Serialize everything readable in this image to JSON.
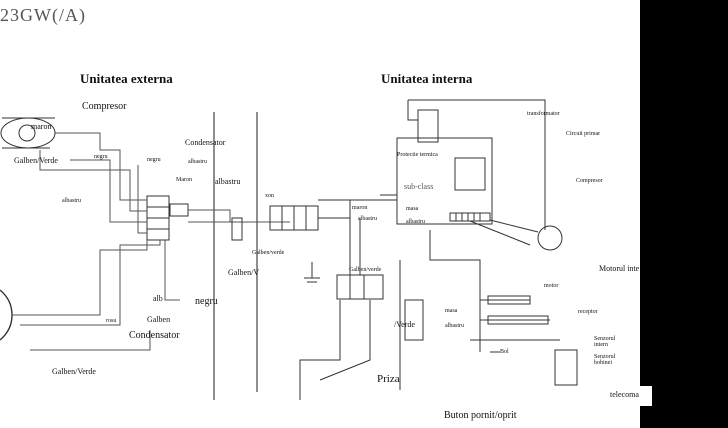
{
  "header": {
    "model": "23GW(/A)"
  },
  "sections": {
    "external": "Unitatea externa",
    "internal": "Unitatea interna"
  },
  "labels": {
    "compresor_ext": "Compresor",
    "maron1": "maron",
    "galben_verde1": "Galben/Verde",
    "negru1": "negru",
    "negru2": "negru",
    "albastru_small1": "albastru",
    "condensator1": "Condensator",
    "maron_small": "Maron",
    "albastru_big": "albastru",
    "albastru_left": "albastru",
    "xon": "xon",
    "galben_verde_mid": "Galben/verde",
    "galben_v": "Galben/V",
    "alb": "alb",
    "negru_big": "negru",
    "rosu": "rosu",
    "galben": "Galben",
    "condensator2": "Condensator",
    "galben_verde_bottom": "Galben/Verde",
    "protectie": "Protectie termica",
    "sub_class": "sub-class",
    "maron_int": "maron",
    "albastru_int": "albastru",
    "masa1": "masa",
    "albastru_int2": "albastru",
    "galben_verde_int": "Galben/verde",
    "transformator": "transformator",
    "circuit_primar": "Circuit primar",
    "compresor_int": "Compresor",
    "motorul_int": "Motorul inte",
    "motor": "motor",
    "receptor": "receptor",
    "masa2": "masa",
    "albastru_int3": "albastru",
    "verde": "/Verde",
    "bol": "Bol",
    "senzor_intern": "Senzorul intern",
    "senzor_bobina": "Senzorul bobinei",
    "priza": "Priza",
    "telecomanda": "telecoma",
    "buton": "Buton pornit/oprit"
  }
}
